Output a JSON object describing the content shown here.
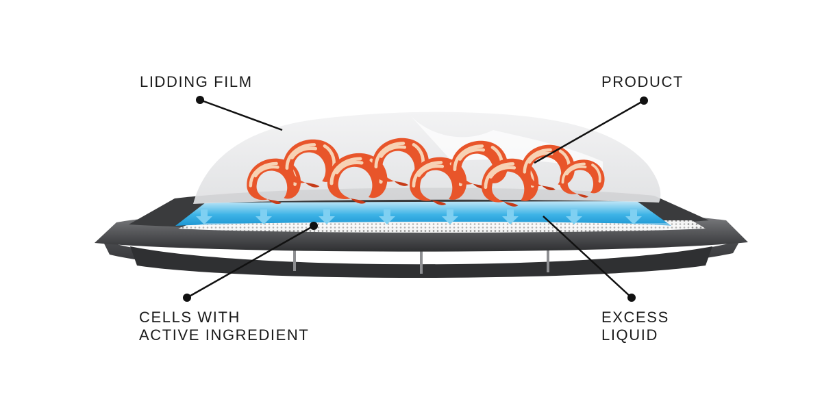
{
  "labels": {
    "lidding_film": "LIDDING FILM",
    "product": "PRODUCT",
    "cells_line1": "CELLS WITH",
    "cells_line2": "ACTIVE INGREDIENT",
    "liquid_line1": "EXCESS",
    "liquid_line2": "LIQUID"
  },
  "colors": {
    "tray_dark": "#3a3b3d",
    "tray_mid": "#6e6f72",
    "liquid_blue": "#29a9e0",
    "film": "#e8e9ea",
    "shrimp_orange": "#e8552a",
    "shrimp_light": "#f6c9a6",
    "leader_line": "#111111"
  },
  "icons": {
    "arrow": "down-arrow-icon",
    "product": "shrimp-icon"
  }
}
